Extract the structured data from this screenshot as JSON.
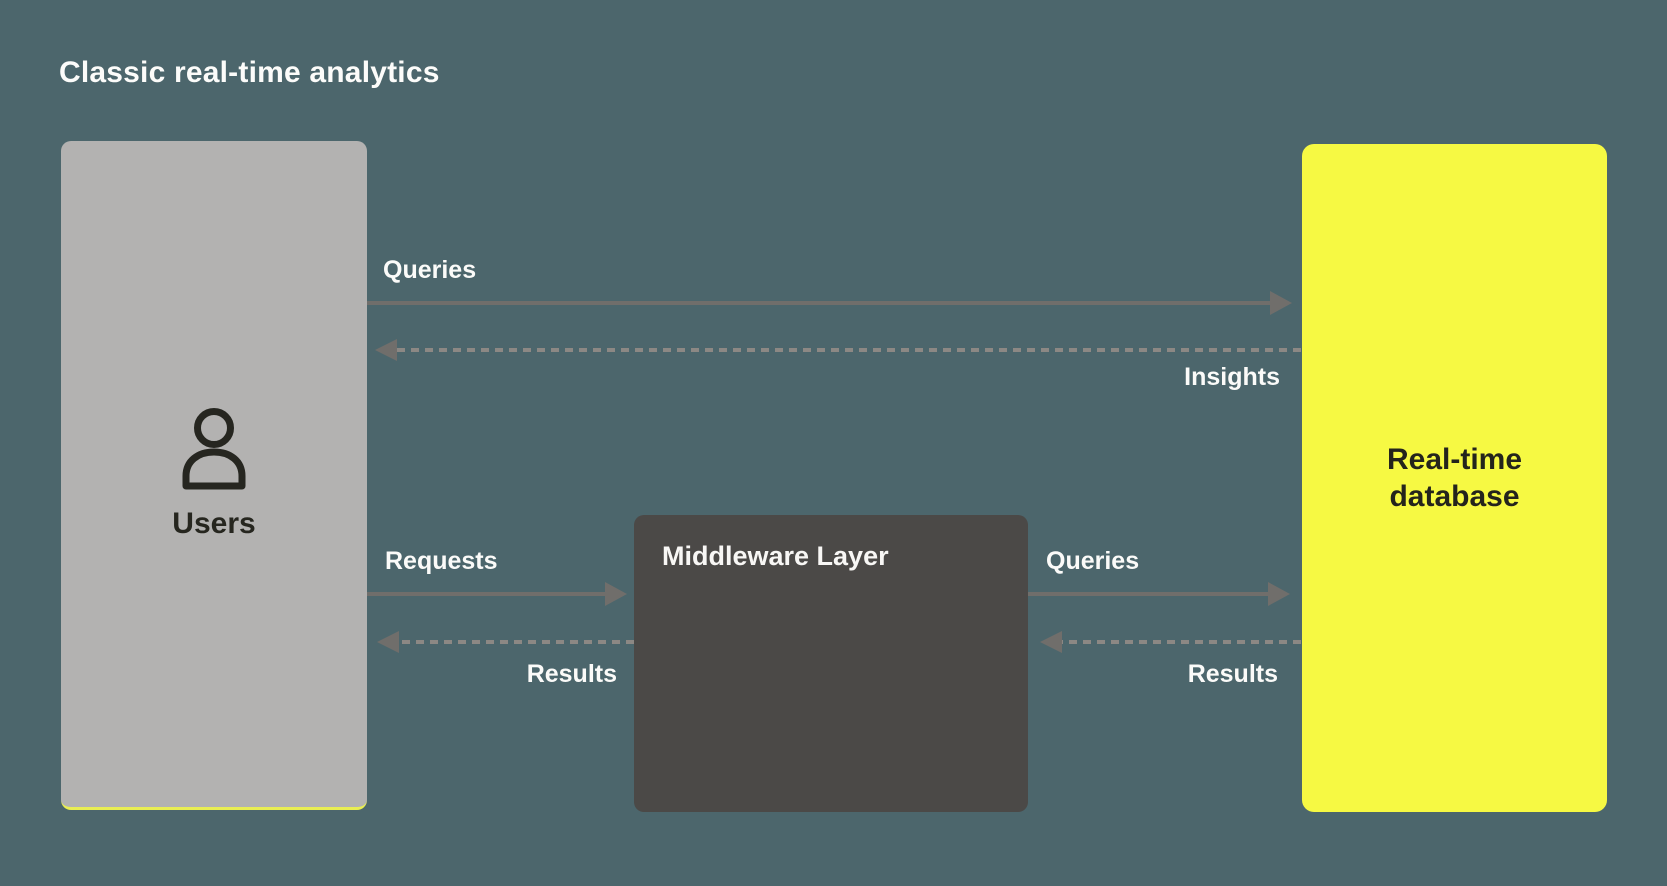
{
  "title": "Classic real-time analytics",
  "nodes": {
    "users": {
      "label": "Users",
      "icon": "person-icon"
    },
    "middleware": {
      "label": "Middleware Layer"
    },
    "database": {
      "label": "Real-time database"
    }
  },
  "edges": [
    {
      "id": "users-to-database",
      "label": "Queries",
      "style": "solid",
      "direction": "right"
    },
    {
      "id": "database-to-users",
      "label": "Insights",
      "style": "dashed",
      "direction": "left"
    },
    {
      "id": "users-to-middleware",
      "label": "Requests",
      "style": "solid",
      "direction": "right"
    },
    {
      "id": "middleware-to-users",
      "label": "Results",
      "style": "dashed",
      "direction": "left"
    },
    {
      "id": "middleware-to-database",
      "label": "Queries",
      "style": "solid",
      "direction": "right"
    },
    {
      "id": "database-to-middleware",
      "label": "Results",
      "style": "dashed",
      "direction": "left"
    }
  ],
  "colors": {
    "background": "#4c666c",
    "users_box": "#b3b2b1",
    "users_box_accent": "#e9ee53",
    "middleware_box": "#4b4947",
    "database_box": "#f6f943",
    "arrow_solid": "#706e6b",
    "arrow_dashed": "#8c8884",
    "label_text": "#fbfbf9",
    "dark_text": "#24241c"
  }
}
